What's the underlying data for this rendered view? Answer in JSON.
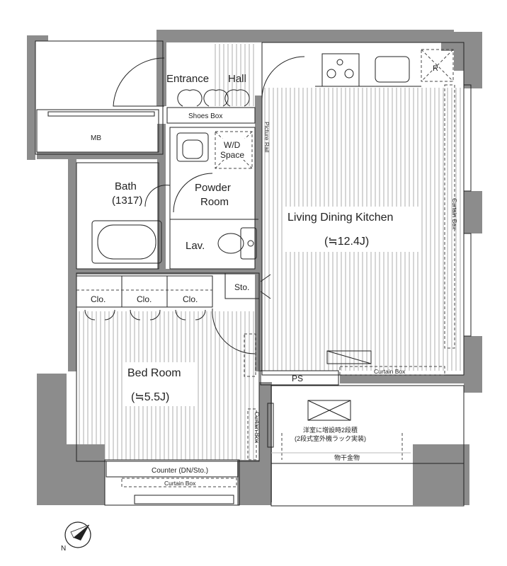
{
  "rooms": {
    "entrance": "Entrance",
    "hall": "Hall",
    "shoes_box": "Shoes Box",
    "mb": "MB",
    "wd_space_line1": "W/D",
    "wd_space_line2": "Space",
    "picture_rail": "Picture Rail",
    "bath": "Bath",
    "bath_size": "(1317)",
    "powder_room_line1": "Powder",
    "powder_room_line2": "Room",
    "lav": "Lav.",
    "ldk": "Living Dining Kitchen",
    "ldk_size": "(≒12.4J)",
    "sto": "Sto.",
    "clo1": "Clo.",
    "clo2": "Clo.",
    "clo3": "Clo.",
    "ps": "PS",
    "bedroom": "Bed Room",
    "bedroom_size": "(≒5.5J)",
    "counter": "Counter (DN/Sto.)",
    "curtain_box_bottom": "Curtain Box",
    "curtain_box_ldk_bottom": "Curtain Box",
    "curtain_box_right": "Curtain Box",
    "curtain_box_bedroom": "Curtain Box",
    "fridge": "R",
    "balcony_note_line1": "洋室に増設時2段積",
    "balcony_note_line2": "(2段式室外機ラック実装)",
    "drying_hardware": "物干金物",
    "compass_letter": "N"
  },
  "colors": {
    "wall": "#8c8c8c",
    "line": "#222222",
    "stripe": "#9a9a9a"
  },
  "icons": [
    "compass-icon",
    "stove-icon",
    "toilet-icon",
    "bathtub-icon",
    "washbasin-icon",
    "sink-icon"
  ]
}
